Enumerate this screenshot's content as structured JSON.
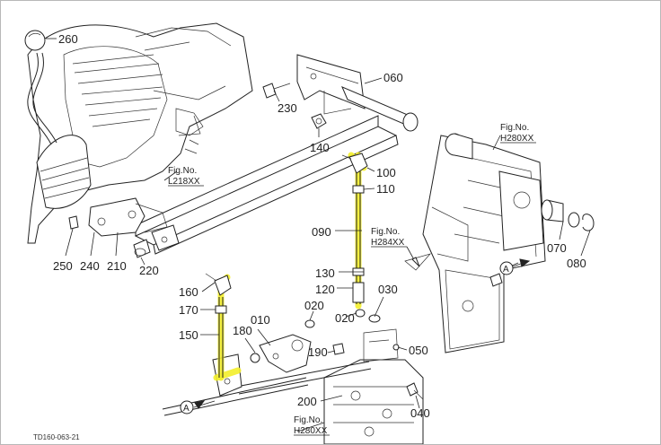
{
  "diagram": {
    "drawing_code": "TD160-063-21",
    "highlight_color": "#f3ee2a",
    "part_labels": {
      "p260": "260",
      "p230": "230",
      "p060": "060",
      "p140": "140",
      "p100": "100",
      "p110": "110",
      "p090": "090",
      "p130": "130",
      "p120": "120",
      "p030": "030",
      "p020a": "020",
      "p020b": "020",
      "p010": "010",
      "p160": "160",
      "p170": "170",
      "p150": "150",
      "p180": "180",
      "p190": "190",
      "p050": "050",
      "p200": "200",
      "p040": "040",
      "p250": "250",
      "p240": "240",
      "p210": "210",
      "p220": "220",
      "p070": "070",
      "p080": "080"
    },
    "fig_refs": {
      "l218": {
        "title": "Fig.No.",
        "code": "L218XX"
      },
      "h280_top": {
        "title": "Fig.No.",
        "code": "H280XX"
      },
      "h284": {
        "title": "Fig.No.",
        "code": "H284XX"
      },
      "h280_bottom": {
        "title": "Fig.No.",
        "code": "H280XX"
      }
    },
    "view_markers": {
      "a1": "A",
      "a2": "A"
    }
  }
}
